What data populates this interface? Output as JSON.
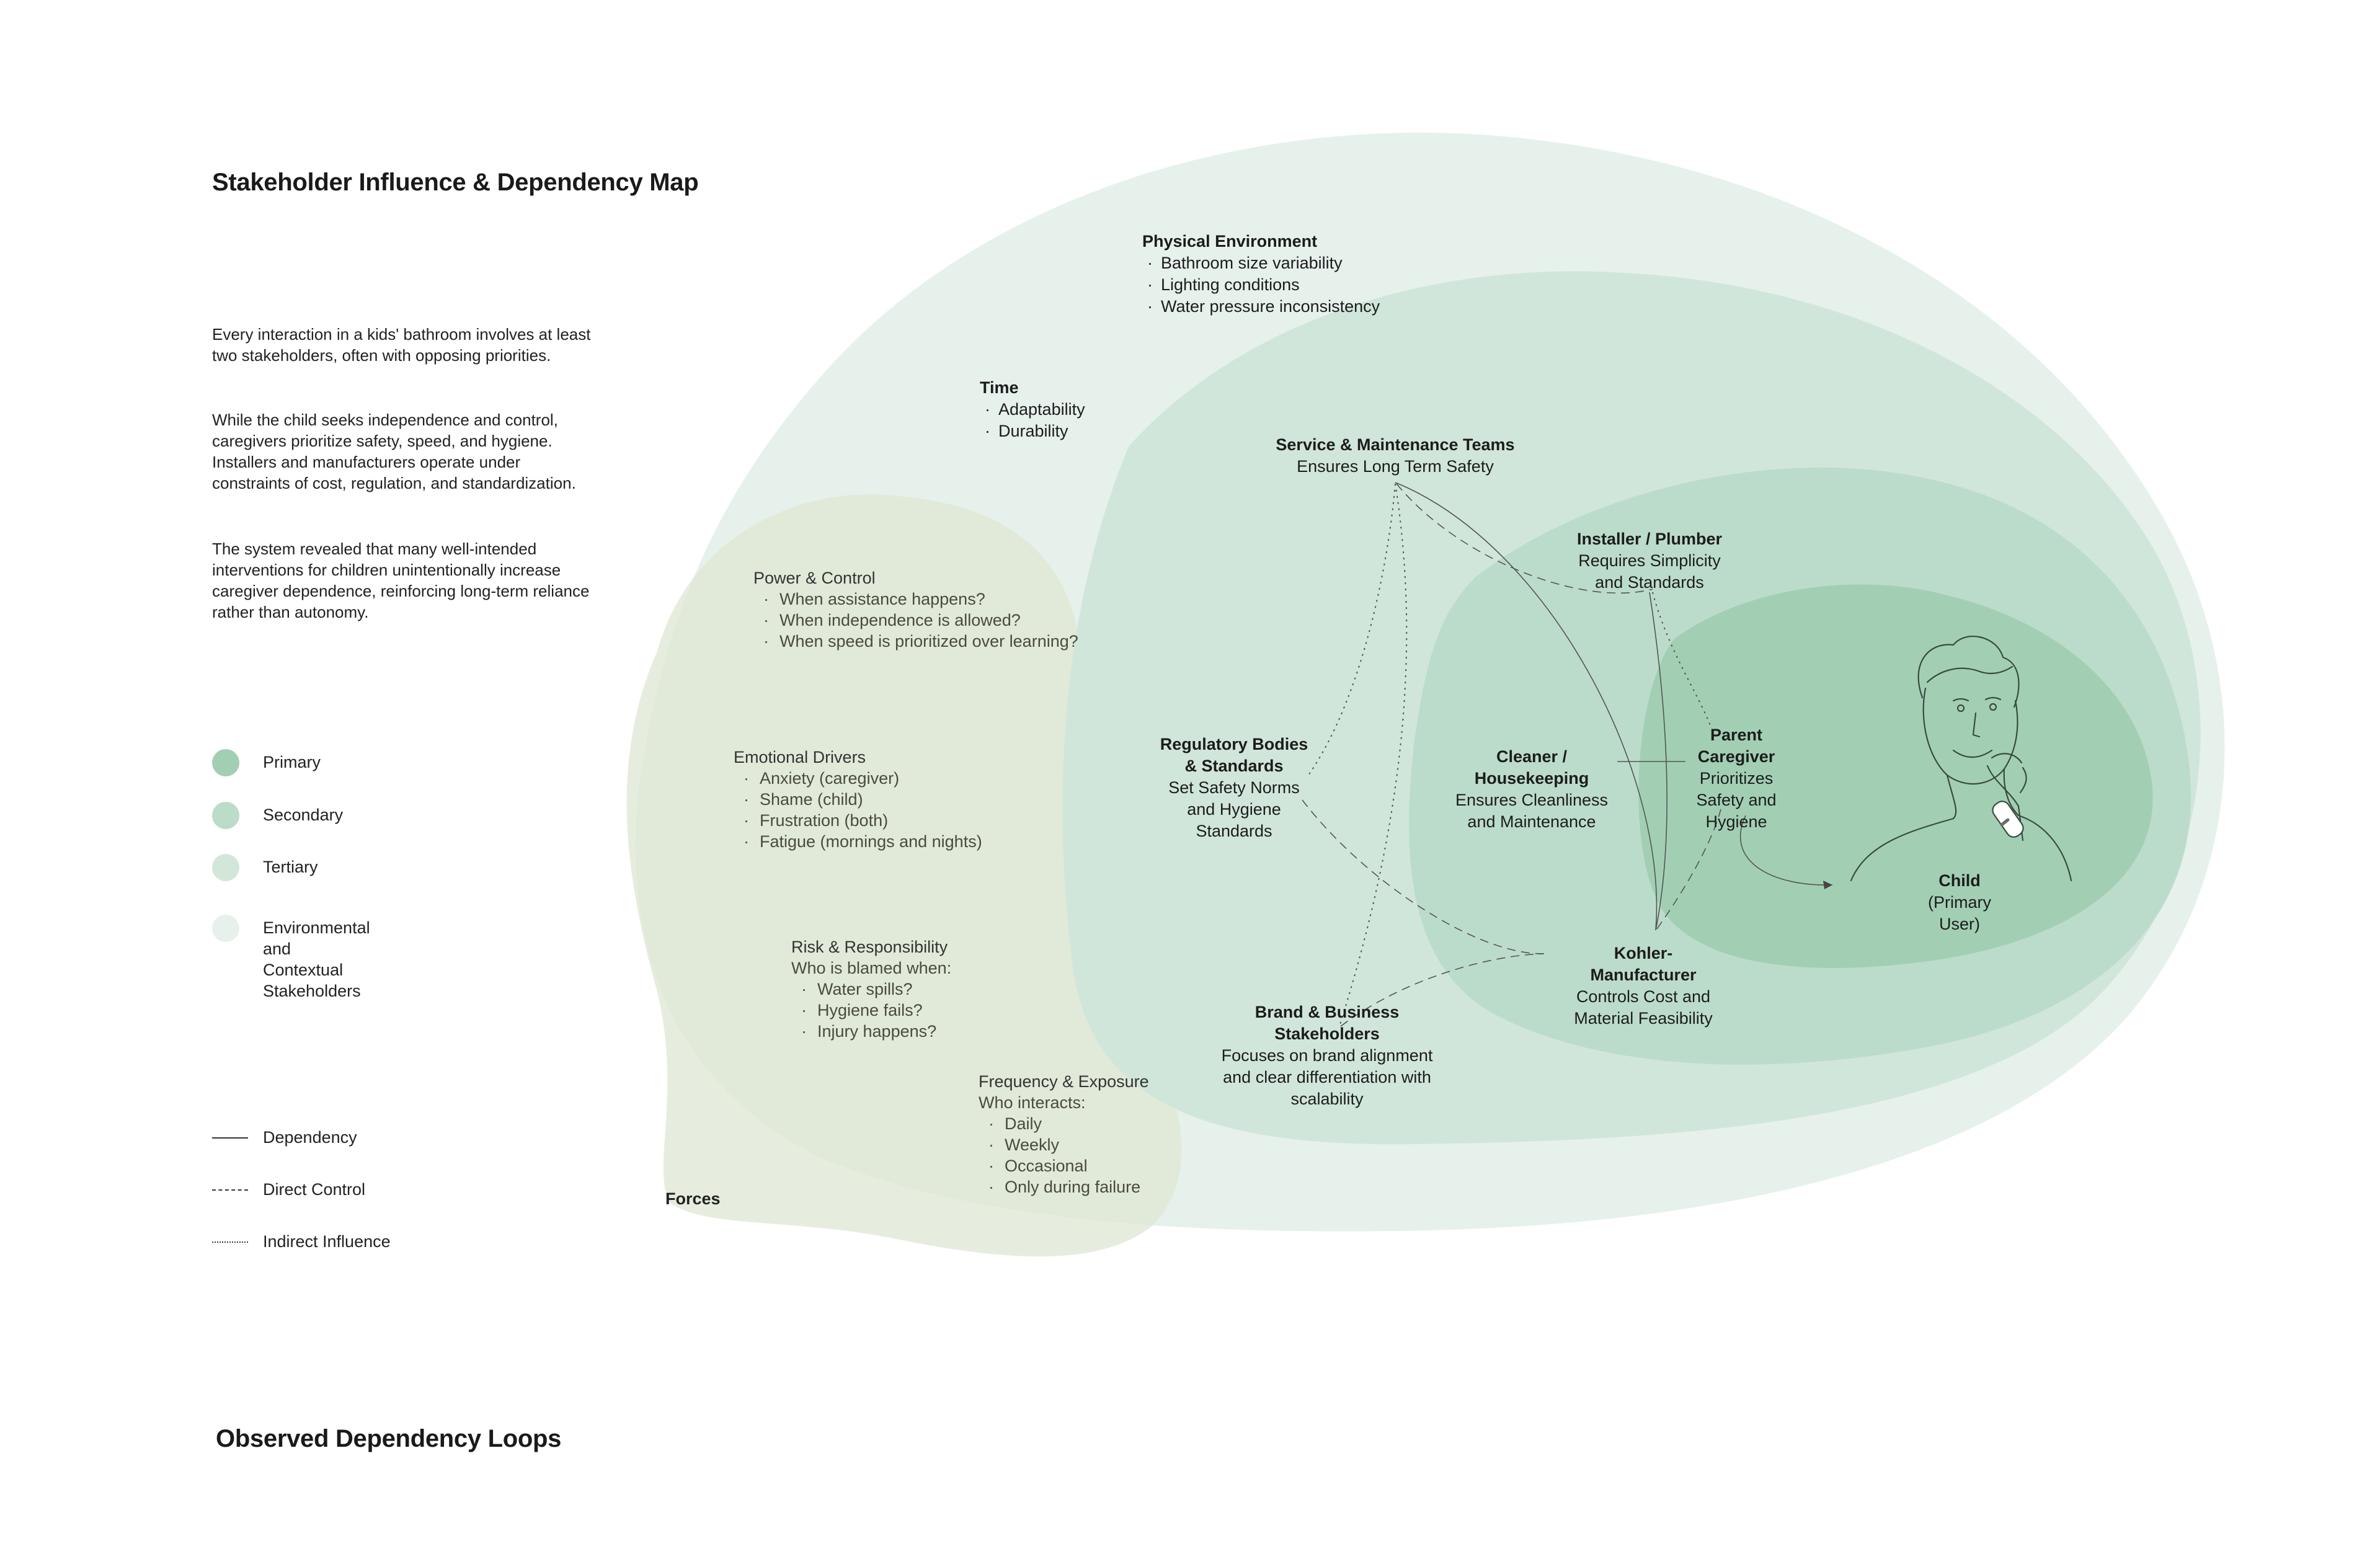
{
  "title": "Stakeholder Influence & Dependency Map",
  "intro": {
    "p1": "Every interaction in a kids' bathroom involves at least two stakeholders, often with opposing priorities.",
    "p2": "While the child seeks independence and control, caregivers prioritize safety, speed, and hygiene. Installers and manufacturers operate under constraints of cost, regulation, and standardization.",
    "p3": "The system revealed that many well-intended interventions for children unintentionally increase caregiver dependence, reinforcing long-term reliance rather than autonomy."
  },
  "legend": {
    "tiers": [
      {
        "label": "Primary",
        "color": "#a3cfb6"
      },
      {
        "label": "Secondary",
        "color": "#badcc8"
      },
      {
        "label": "Tertiary",
        "color": "#d2e7da"
      },
      {
        "label": "Environmental\nand\nContextual\nStakeholders",
        "color": "#e6f1ec"
      }
    ],
    "lines": [
      {
        "label": "Dependency",
        "style": "solid"
      },
      {
        "label": "Direct Control",
        "style": "dashed"
      },
      {
        "label": "Indirect Influence",
        "style": "dotted"
      }
    ]
  },
  "environment": {
    "physical": {
      "title": "Physical Environment",
      "items": [
        "Bathroom size variability",
        "Lighting conditions",
        "Water pressure inconsistency"
      ]
    },
    "time": {
      "title": "Time",
      "items": [
        "Adaptability",
        "Durability"
      ]
    }
  },
  "forces": {
    "label": "Forces",
    "power": {
      "title": "Power & Control",
      "items": [
        "When assistance happens?",
        "When independence is allowed?",
        "When speed is prioritized over learning?"
      ]
    },
    "emotional": {
      "title": "Emotional Drivers",
      "items": [
        "Anxiety (caregiver)",
        "Shame (child)",
        "Frustration (both)",
        "Fatigue (mornings and nights)"
      ]
    },
    "risk": {
      "title": "Risk & Responsibility",
      "sub": "Who is blamed when:",
      "items": [
        "Water spills?",
        "Hygiene fails?",
        "Injury happens?"
      ]
    },
    "frequency": {
      "title": "Frequency & Exposure",
      "sub": "Who interacts:",
      "items": [
        "Daily",
        "Weekly",
        "Occasional",
        "Only during failure"
      ]
    }
  },
  "stakeholders": {
    "service": {
      "name": "Service & Maintenance Teams",
      "desc": "Ensures Long Term Safety"
    },
    "installer": {
      "name": "Installer / Plumber",
      "desc": "Requires Simplicity\nand Standards"
    },
    "regulatory": {
      "name": "Regulatory Bodies\n& Standards",
      "desc": "Set Safety Norms\nand Hygiene\nStandards"
    },
    "cleaner": {
      "name": "Cleaner /\nHousekeeping",
      "desc": "Ensures Cleanliness\nand Maintenance"
    },
    "parent": {
      "name": "Parent\nCaregiver",
      "desc": "Prioritizes\nSafety and\nHygiene"
    },
    "child": {
      "name": "Child",
      "desc": "(Primary\nUser)"
    },
    "kohler": {
      "name": "Kohler-\nManufacturer",
      "desc": "Controls Cost and\nMaterial Feasibility"
    },
    "brand": {
      "name": "Brand & Business\nStakeholders",
      "desc": "Focuses on brand alignment\nand clear differentiation with\nscalability"
    }
  },
  "loops_title": "Observed Dependency Loops",
  "colors": {
    "env": "#e8f2ed",
    "tertiary": "#d1e6da",
    "secondary": "#bcdccb",
    "primary": "#a2cfb4",
    "forces": "#e3e9d8",
    "line": "#555555"
  },
  "icons": {
    "child": "child-illustration-icon"
  }
}
